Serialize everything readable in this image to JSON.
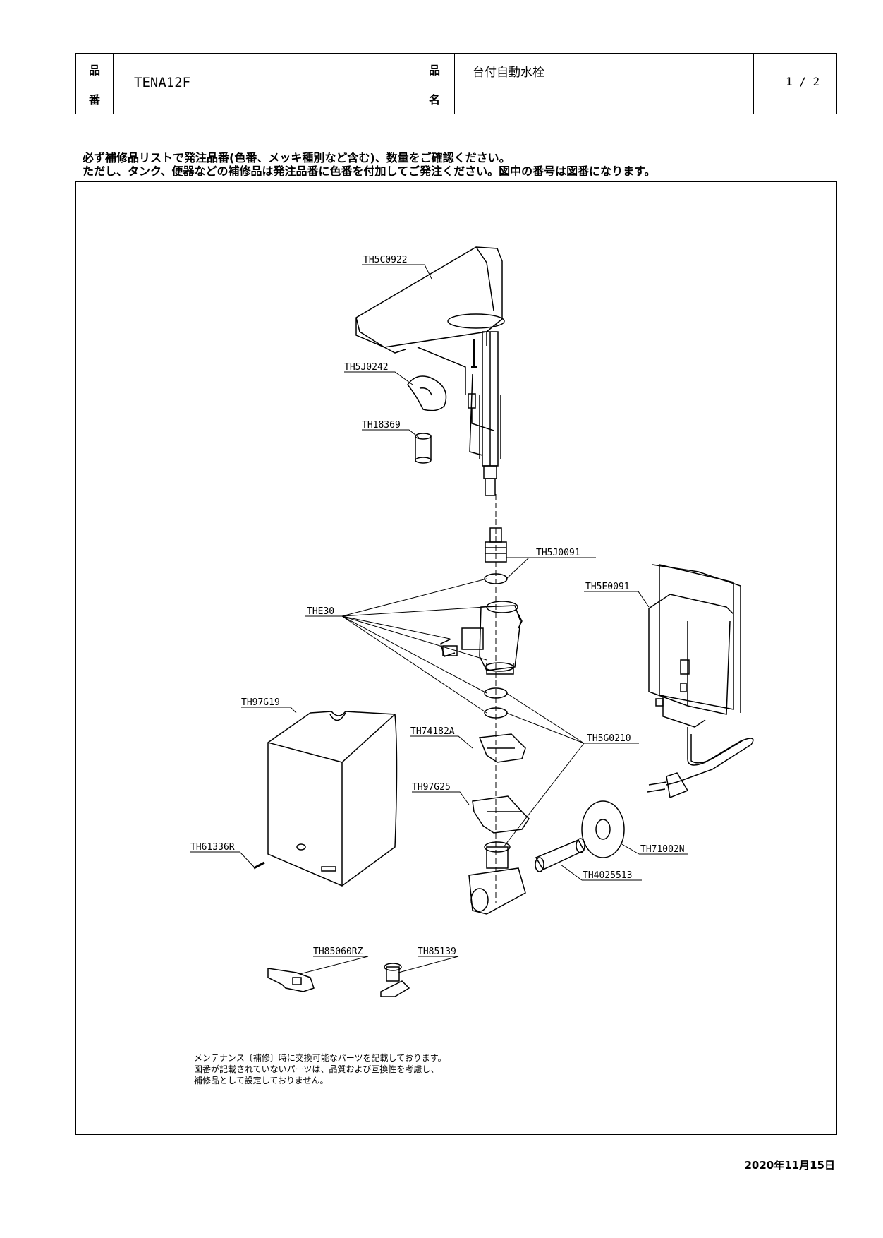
{
  "header": {
    "part_no_label_1": "品",
    "part_no_label_2": "番",
    "part_no": "TENA12F",
    "name_label_1": "品",
    "name_label_2": "名",
    "name": "台付自動水栓",
    "page": "1 / 2"
  },
  "notes": {
    "line1": "必ず補修品リストで発注品番(色番、メッキ種別など含む)、数量をご確認ください。",
    "line2": "ただし、タンク、便器などの補修品は発注品番に色番を付加してご発注ください。図中の番号は図番になります。"
  },
  "parts": {
    "p1": "TH5C0922",
    "p2": "TH5J0242",
    "p3": "TH18369",
    "p4": "TH5J0091",
    "p5": "TH5E0091",
    "p6": "THE30",
    "p7": "TH97G19",
    "p8": "TH74182A",
    "p9": "TH5G0210",
    "p10": "TH97G25",
    "p11": "TH61336R",
    "p12": "TH71002N",
    "p13": "TH4025513",
    "p14": "TH85060RZ",
    "p15": "TH85139"
  },
  "footnote": {
    "line1": "メンテナンス〔補修〕時に交換可能なパーツを記載しております。",
    "line2": "図番が記載されていないパーツは、品質および互換性を考慮し、",
    "line3": "補修品として設定しておりません。"
  },
  "date": "2020年11月15日"
}
